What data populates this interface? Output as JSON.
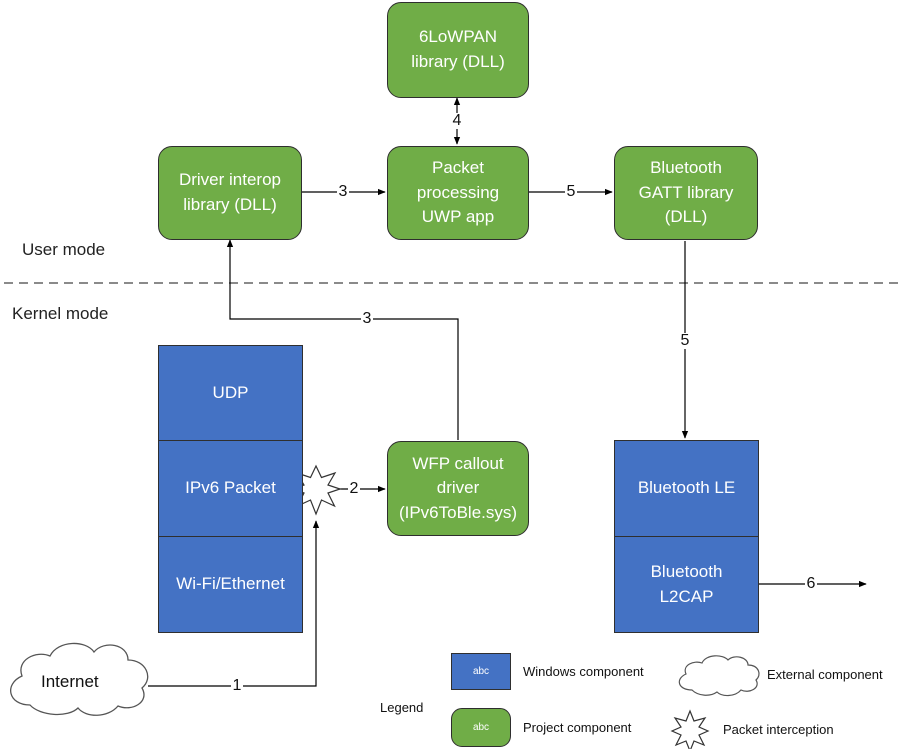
{
  "modes": {
    "user": "User mode",
    "kernel": "Kernel mode"
  },
  "components": {
    "lowpan": "6LoWPAN\nlibrary (DLL)",
    "driver_interop": "Driver interop\nlibrary (DLL)",
    "packet_processing": "Packet\nprocessing\nUWP app",
    "gatt": "Bluetooth\nGATT library\n(DLL)",
    "udp": "UDP",
    "ipv6": "IPv6 Packet",
    "wifi": "Wi-Fi/Ethernet",
    "wfp": "WFP callout\ndriver\n(IPv6ToBle.sys)",
    "ble": "Bluetooth LE",
    "l2cap": "Bluetooth\nL2CAP",
    "internet": "Internet"
  },
  "edges": {
    "e1": "1",
    "e2": "2",
    "e3_top": "3",
    "e3_kernel": "3",
    "e4": "4",
    "e5_top": "5",
    "e5_down": "5",
    "e6": "6"
  },
  "legend": {
    "title": "Legend",
    "swatch_text": "abc",
    "windows": "Windows component",
    "project": "Project component",
    "external": "External component",
    "interception": "Packet interception"
  },
  "colors": {
    "project_green": "#70ad47",
    "windows_blue": "#4472c4"
  },
  "icons": {
    "cloud": "cloud-icon",
    "star": "star-icon"
  }
}
